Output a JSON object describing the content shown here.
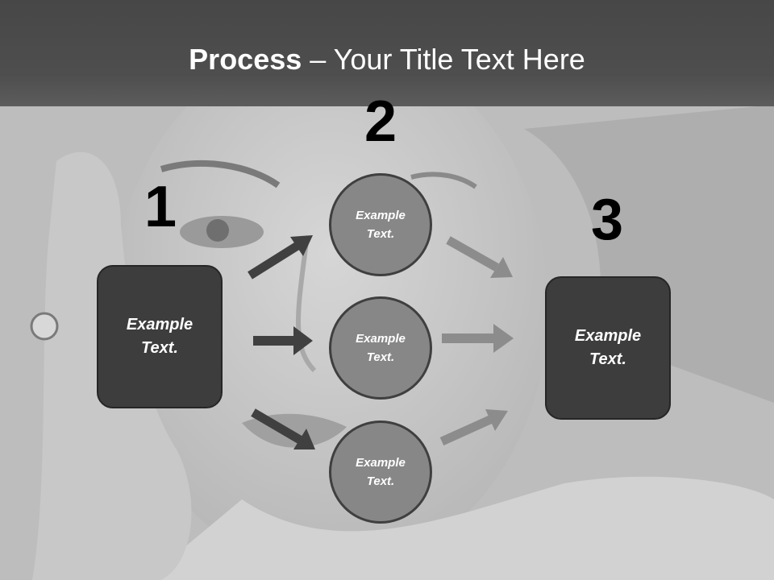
{
  "title": {
    "bold": "Process",
    "rest": " – Your Title Text Here"
  },
  "steps": [
    {
      "number": "1",
      "label": "Example\nText."
    },
    {
      "number": "2",
      "items": [
        "Example\nText.",
        "Example\nText.",
        "Example\nText."
      ]
    },
    {
      "number": "3",
      "label": "Example\nText."
    }
  ],
  "colors": {
    "header": "#4a4a4a",
    "box": "#3d3d3d",
    "circle": "#878787",
    "dark_arrow": "#404040",
    "light_arrow": "#8c8c8c"
  }
}
